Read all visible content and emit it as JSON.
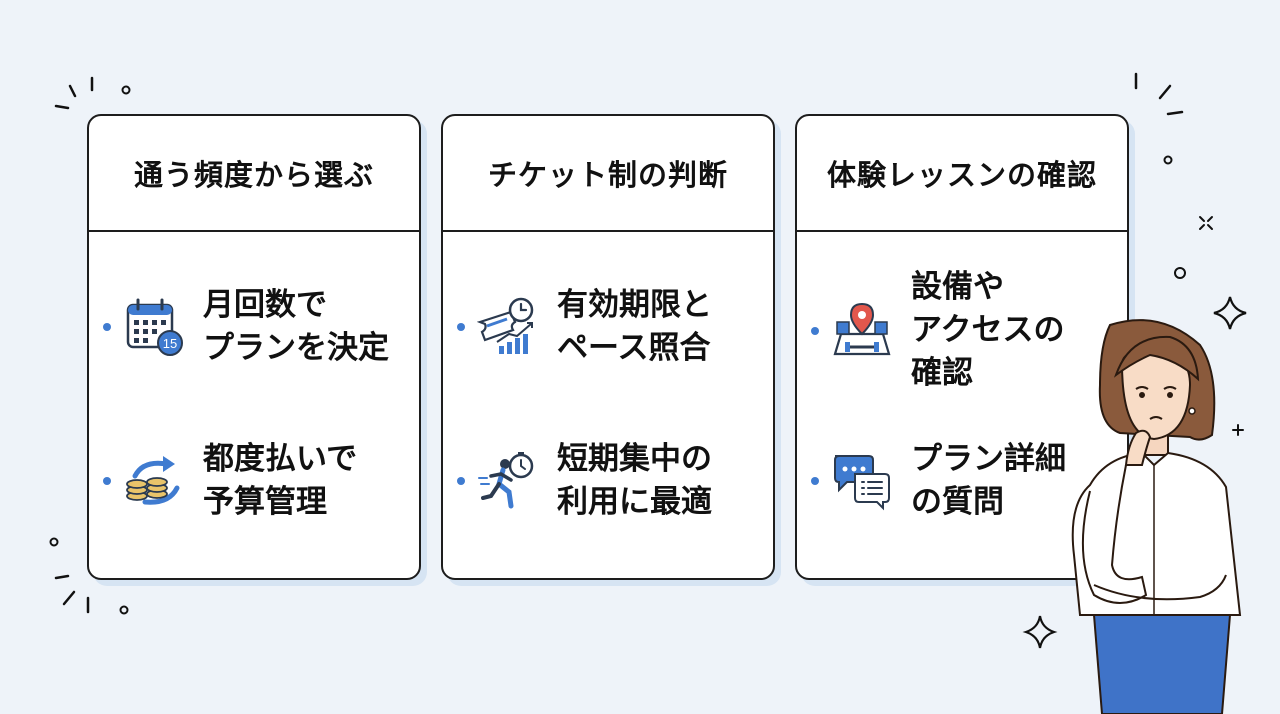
{
  "cards": [
    {
      "title": "通う頻度から選ぶ",
      "items": [
        {
          "text": "月回数で\nプランを決定",
          "icon": "calendar-icon",
          "badge": "15"
        },
        {
          "text": "都度払いで\n予算管理",
          "icon": "coins-arrows-icon"
        }
      ]
    },
    {
      "title": "チケット制の判断",
      "items": [
        {
          "text": "有効期限と\nペース照合",
          "icon": "ticket-clock-chart-icon"
        },
        {
          "text": "短期集中の\n利用に最適",
          "icon": "runner-stopwatch-icon"
        }
      ]
    },
    {
      "title": "体験レッスンの確認",
      "items": [
        {
          "text": "設備や\nアクセスの\n確認",
          "icon": "map-pin-dumbbell-icon"
        },
        {
          "text": "プラン詳細\nの質問",
          "icon": "chat-bubbles-icon"
        }
      ]
    }
  ],
  "colors": {
    "accent": "#3f7bd0",
    "background": "#eef3f9",
    "card_shadow": "#d6e4f3"
  }
}
